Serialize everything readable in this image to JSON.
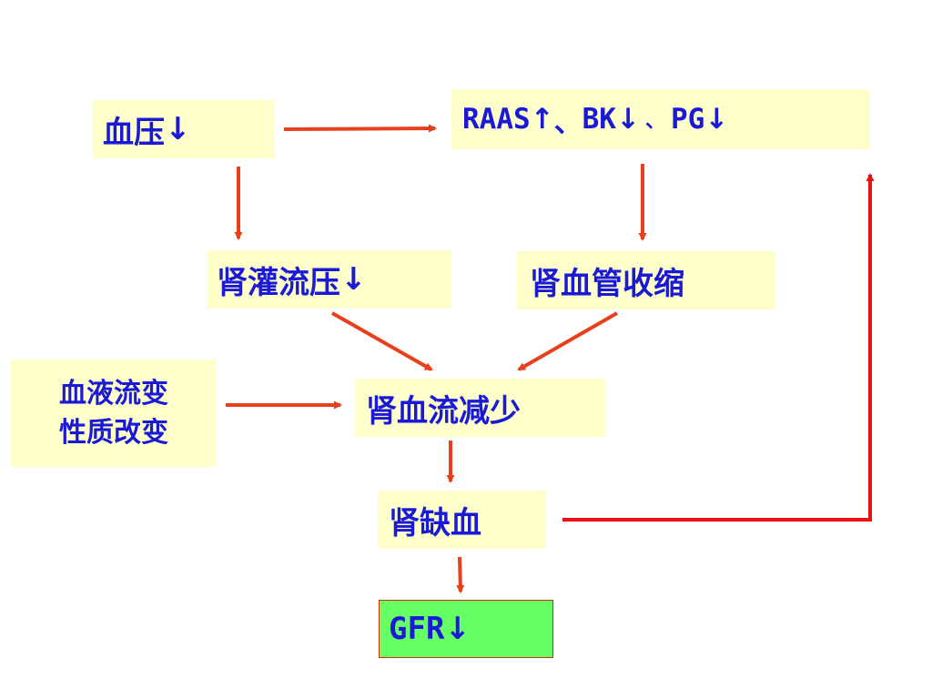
{
  "colors": {
    "box_fill": "#ffffcc",
    "gfr_fill": "#66ff66",
    "text": "#1a1ad6",
    "arrow_orange": "#e8401a",
    "arrow_red": "#ee1111"
  },
  "nodes": {
    "blood_pressure": {
      "label": "血压",
      "arrow": "↓"
    },
    "raas": {
      "raas": "RAAS",
      "raas_arrow": "↑",
      "sep1": "、",
      "bk": "BK",
      "bk_arrow": "↓",
      "sep2": "、",
      "pg": "PG",
      "pg_arrow": "↓"
    },
    "renal_perfusion": {
      "label": "肾灌流压",
      "arrow": "↓"
    },
    "renal_vasoconstriction": {
      "label": "肾血管收缩"
    },
    "blood_property": {
      "line1": "血液流变",
      "line2": "性质改变"
    },
    "renal_blood_flow": {
      "label": "肾血流减少"
    },
    "renal_ischemia": {
      "label": "肾缺血"
    },
    "gfr": {
      "label": "GFR",
      "arrow": "↓"
    }
  }
}
